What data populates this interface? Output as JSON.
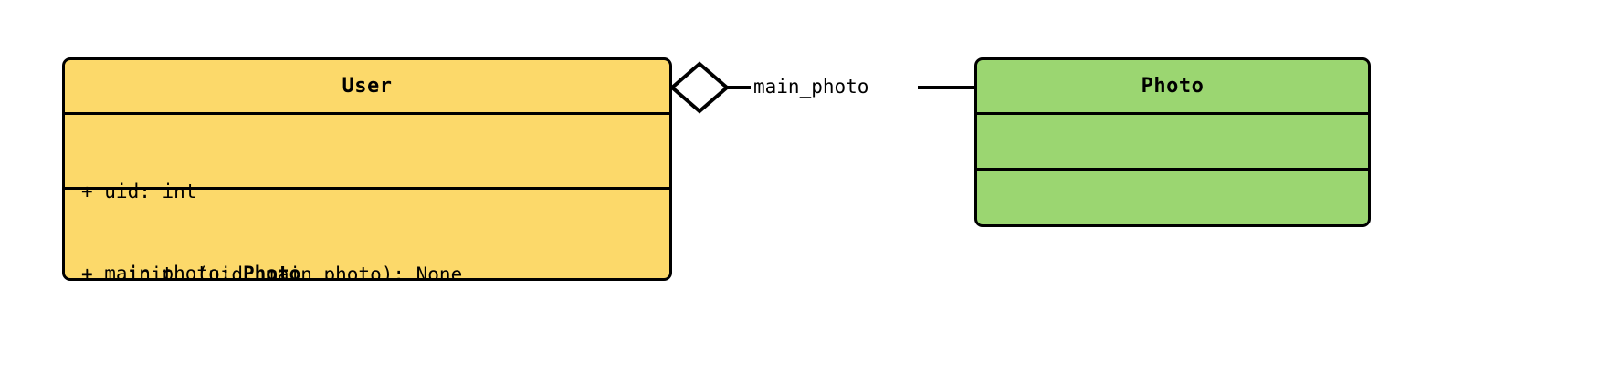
{
  "diagram": {
    "type": "uml-class-diagram",
    "background_color": "#ffffff",
    "line_color": "#000000"
  },
  "classes": [
    {
      "id": "user",
      "name": "User",
      "fill_color": "#FCD96A",
      "attributes": [
        {
          "text": "+ uid: int"
        },
        {
          "prefix": "+ main_photo: ",
          "type_ref": "Photo"
        }
      ],
      "methods": [
        {
          "text": "+ __init__(uid, main_photo): None"
        }
      ]
    },
    {
      "id": "photo",
      "name": "Photo",
      "fill_color": "#9BD671",
      "attributes": [],
      "methods": []
    }
  ],
  "relationships": [
    {
      "id": "main-photo",
      "kind": "aggregation",
      "source": "User",
      "target": "Photo",
      "label": "main_photo",
      "diamond_fill": "#ffffff",
      "diamond_stroke": "#000000"
    }
  ]
}
